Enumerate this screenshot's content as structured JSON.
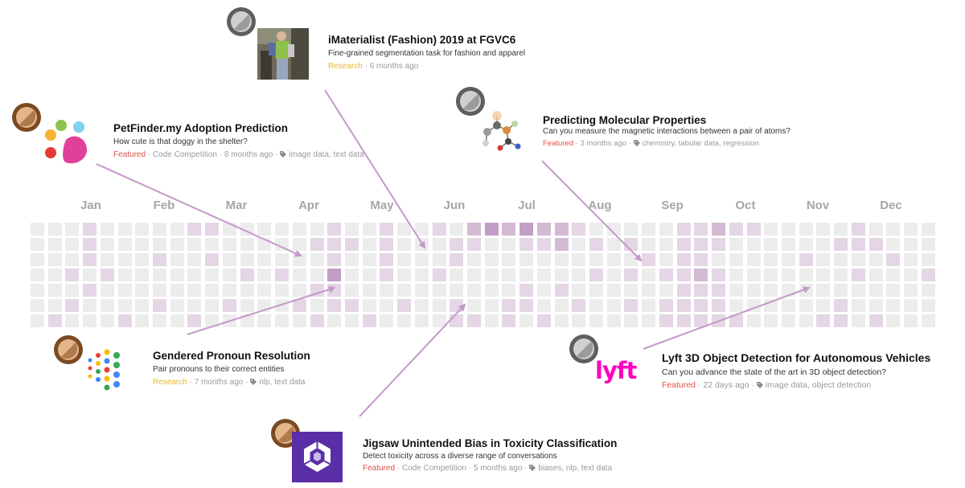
{
  "months": [
    "Jan",
    "Feb",
    "Mar",
    "Apr",
    "May",
    "Jun",
    "Jul",
    "Aug",
    "Sep",
    "Oct",
    "Nov",
    "Dec"
  ],
  "colors": {
    "empty": "#ececec",
    "level1": "#e4d6e4",
    "level2": "#d3bad3",
    "level3": "#c29ec4",
    "arrow": "#c499c9",
    "featured": "#e0504a",
    "research": "#e8b630"
  },
  "heatmap": {
    "weeks": 52,
    "days": 7,
    "note_levels": [
      0,
      1,
      2,
      3
    ],
    "levels": [
      [
        0,
        0,
        0,
        0,
        0,
        0,
        0
      ],
      [
        0,
        0,
        0,
        0,
        0,
        0,
        1
      ],
      [
        0,
        0,
        0,
        1,
        0,
        1,
        0
      ],
      [
        1,
        1,
        1,
        0,
        1,
        0,
        0
      ],
      [
        0,
        0,
        0,
        1,
        0,
        0,
        0
      ],
      [
        0,
        0,
        0,
        0,
        0,
        0,
        1
      ],
      [
        0,
        0,
        0,
        0,
        0,
        0,
        0
      ],
      [
        0,
        0,
        1,
        0,
        0,
        1,
        0
      ],
      [
        0,
        0,
        0,
        0,
        0,
        0,
        0
      ],
      [
        1,
        0,
        0,
        0,
        0,
        0,
        1
      ],
      [
        1,
        0,
        1,
        0,
        0,
        0,
        0
      ],
      [
        0,
        0,
        0,
        0,
        0,
        1,
        0
      ],
      [
        0,
        0,
        0,
        1,
        0,
        0,
        0
      ],
      [
        0,
        0,
        0,
        0,
        0,
        0,
        0
      ],
      [
        0,
        0,
        0,
        1,
        0,
        0,
        0
      ],
      [
        0,
        0,
        0,
        0,
        0,
        1,
        0
      ],
      [
        0,
        1,
        0,
        0,
        1,
        0,
        1
      ],
      [
        1,
        1,
        1,
        3,
        1,
        1,
        0
      ],
      [
        0,
        1,
        0,
        0,
        0,
        1,
        0
      ],
      [
        0,
        0,
        0,
        0,
        0,
        0,
        1
      ],
      [
        1,
        1,
        1,
        1,
        0,
        0,
        0
      ],
      [
        0,
        0,
        0,
        0,
        0,
        1,
        0
      ],
      [
        0,
        0,
        0,
        0,
        0,
        0,
        0
      ],
      [
        1,
        0,
        0,
        1,
        0,
        0,
        0
      ],
      [
        0,
        1,
        1,
        0,
        0,
        1,
        1
      ],
      [
        2,
        1,
        0,
        0,
        0,
        0,
        1
      ],
      [
        3,
        0,
        0,
        0,
        0,
        0,
        0
      ],
      [
        2,
        0,
        0,
        0,
        0,
        1,
        1
      ],
      [
        3,
        1,
        0,
        0,
        1,
        1,
        0
      ],
      [
        2,
        1,
        0,
        0,
        0,
        0,
        1
      ],
      [
        2,
        2,
        0,
        0,
        1,
        0,
        0
      ],
      [
        1,
        0,
        0,
        0,
        0,
        1,
        0
      ],
      [
        0,
        1,
        0,
        1,
        0,
        0,
        0
      ],
      [
        0,
        0,
        0,
        0,
        0,
        0,
        0
      ],
      [
        0,
        1,
        0,
        1,
        0,
        1,
        0
      ],
      [
        0,
        0,
        1,
        0,
        0,
        0,
        0
      ],
      [
        0,
        0,
        0,
        1,
        0,
        1,
        1
      ],
      [
        1,
        1,
        1,
        1,
        1,
        1,
        1
      ],
      [
        1,
        1,
        1,
        2,
        1,
        1,
        1
      ],
      [
        2,
        1,
        0,
        1,
        1,
        1,
        1
      ],
      [
        1,
        0,
        0,
        0,
        0,
        0,
        1
      ],
      [
        1,
        0,
        0,
        0,
        0,
        0,
        0
      ],
      [
        0,
        0,
        0,
        0,
        0,
        0,
        0
      ],
      [
        0,
        0,
        0,
        0,
        0,
        0,
        0
      ],
      [
        0,
        0,
        1,
        0,
        0,
        0,
        0
      ],
      [
        0,
        0,
        0,
        0,
        0,
        0,
        1
      ],
      [
        0,
        1,
        0,
        0,
        0,
        1,
        1
      ],
      [
        1,
        1,
        0,
        1,
        0,
        0,
        0
      ],
      [
        0,
        1,
        0,
        0,
        0,
        0,
        1
      ],
      [
        0,
        0,
        1,
        0,
        0,
        0,
        0
      ],
      [
        0,
        0,
        0,
        0,
        0,
        0,
        0
      ],
      [
        0,
        0,
        0,
        1,
        0,
        0,
        0
      ]
    ]
  },
  "cards": {
    "imaterialist": {
      "title": "iMaterialist (Fashion) 2019 at FGVC6",
      "desc": "Fine-grained segmentation task for fashion and apparel",
      "category": "Research",
      "age": "6 months ago",
      "tags": "",
      "medal": "silver"
    },
    "petfinder": {
      "title": "PetFinder.my Adoption Prediction",
      "desc": "How cute is that doggy in the shelter?",
      "category": "Featured",
      "kind": "Code Competition",
      "age": "8 months ago",
      "tags": "image data, text data",
      "medal": "bronze"
    },
    "molecular": {
      "title": "Predicting Molecular Properties",
      "desc": "Can you measure the magnetic interactions between a pair of atoms?",
      "category": "Featured",
      "age": "3 months ago",
      "tags": "chemistry, tabular data, regression",
      "medal": "silver"
    },
    "pronoun": {
      "title": "Gendered Pronoun Resolution",
      "desc": "Pair pronouns to their correct entities",
      "category": "Research",
      "age": "7 months ago",
      "tags": "nlp, text data",
      "medal": "bronze"
    },
    "lyft": {
      "title": "Lyft 3D Object Detection for Autonomous Vehicles",
      "desc": "Can you advance the state of the art in 3D object detection?",
      "category": "Featured",
      "age": "22 days ago",
      "tags": "image data, object detection",
      "logo_text": "lyft",
      "medal": "silver"
    },
    "jigsaw": {
      "title": "Jigsaw Unintended Bias in Toxicity Classification",
      "desc": "Detect toxicity across a diverse range of conversations",
      "category": "Featured",
      "kind": "Code Competition",
      "age": "5 months ago",
      "tags": "biases, nlp, text data",
      "medal": "bronze"
    }
  },
  "separator": "·"
}
